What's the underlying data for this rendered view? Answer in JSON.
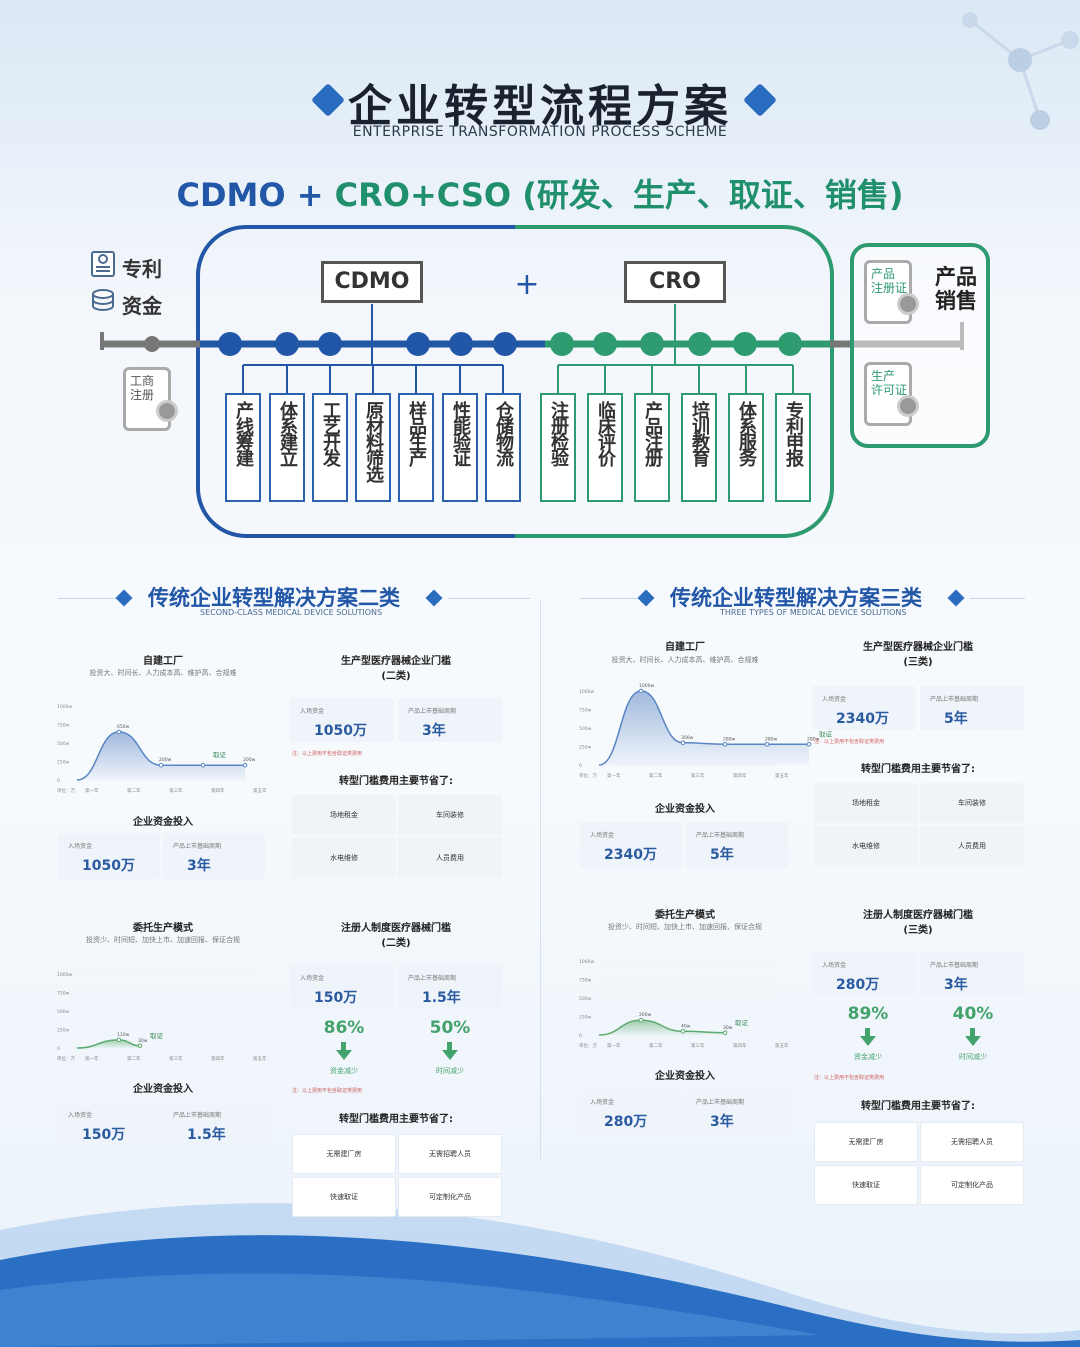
{
  "header": {
    "title": "企业转型流程方案",
    "subtitle_en": "ENTERPRISE TRANSFORMATION PROCESS SCHEME",
    "headline_part1": "CDMO + ",
    "headline_part2": "CRO+CSO (研发、生产、取证、销售)"
  },
  "flow": {
    "left_items": [
      "专利",
      "资金"
    ],
    "business_cert": "工商\n注册",
    "cdmo_label": "CDMO",
    "plus": "+",
    "cro_label": "CRO",
    "cdmo_steps": [
      "产线筹建",
      "体系建立",
      "工艺开发",
      "原材料筛选",
      "样品生产",
      "性能验证",
      "仓储物流"
    ],
    "cro_steps": [
      "注册检验",
      "临床评价",
      "产品注册",
      "培训教育",
      "体系服务",
      "专利申报"
    ],
    "product_cert": "产品\n注册证",
    "production_cert": "生产\n许可证",
    "product_sales": "产品销售",
    "colors": {
      "blue": "#2256a6",
      "green": "#2e9a70",
      "gray": "#777777"
    }
  },
  "left_section": {
    "title": "传统企业转型解决方案二类",
    "title_en": "SECOND-CLASS MEDICAL DEVICE SOLUTIONS",
    "self_factory": {
      "title": "自建工厂",
      "desc": "投资大、时间长、人力成本高、维护高、合规难",
      "chart_data": {
        "type": "area",
        "y_ticks": [
          "1000w",
          "750w",
          "500w",
          "250w",
          "0"
        ],
        "x_ticks": [
          "单位：万",
          "第一年",
          "第二年",
          "第三年",
          "第四年",
          "第五年"
        ],
        "x": [
          0,
          1,
          2,
          3,
          4
        ],
        "values": [
          0,
          650,
          200,
          200,
          200
        ],
        "ylim": [
          0,
          1000
        ],
        "labels": [
          "650w",
          "200w",
          "取证",
          "200w"
        ]
      },
      "invest_title": "企业资金投入",
      "invest_label": "入场资金",
      "invest_value": "1050万",
      "cycle_label": "产品上市基础周期",
      "cycle_value": "3年"
    },
    "threshold": {
      "title": "生产型医疗器械企业门槛\n(二类)",
      "invest_label": "入场资金",
      "invest_value": "1050万",
      "cycle_label": "产品上市基础周期",
      "cycle_value": "3年",
      "note": "注：以上费用不包含取证类费用",
      "save_title": "转型门槛费用主要节省了:",
      "save_items": [
        "场地租金",
        "车间装修",
        "水电维修",
        "人员费用"
      ]
    },
    "entrust": {
      "title": "委托生产模式",
      "desc": "投资少、时间短、加快上市、加速回报、保证合规",
      "chart_data": {
        "type": "area",
        "y_ticks": [
          "1000w",
          "750w",
          "500w",
          "250w",
          "0"
        ],
        "x_ticks": [
          "单位：万",
          "第一年",
          "第二年",
          "第三年",
          "第四年",
          "第五年"
        ],
        "x": [
          0,
          1,
          1.5
        ],
        "values": [
          0,
          110,
          30
        ],
        "ylim": [
          0,
          1000
        ],
        "labels": [
          "110w",
          "取证",
          "30w"
        ]
      },
      "invest_title": "企业资金投入",
      "invest_label": "入场资金",
      "invest_value": "150万",
      "cycle_label": "产品上市基础周期",
      "cycle_value": "1.5年"
    },
    "reg_threshold": {
      "title": "注册人制度医疗器械门槛\n(二类)",
      "invest_label": "入场资金",
      "invest_value": "150万",
      "cycle_label": "产品上市基础周期",
      "cycle_value": "1.5年",
      "pct1": "86%",
      "pct1_label": "资金减少",
      "pct2": "50%",
      "pct2_label": "时间减少",
      "note": "注：以上费用不包含取证类费用",
      "save_title": "转型门槛费用主要节省了:",
      "save_items": [
        "无需建厂房",
        "无需招聘人员",
        "快速取证",
        "可定制化产品"
      ]
    }
  },
  "right_section": {
    "title": "传统企业转型解决方案三类",
    "title_en": "THREE TYPES OF MEDICAL DEVICE SOLUTIONS",
    "self_factory": {
      "title": "自建工厂",
      "desc": "投资大、时间长、人力成本高、维护高、合规难",
      "chart_data": {
        "type": "area",
        "y_ticks": [
          "1000w",
          "750w",
          "500w",
          "250w",
          "0"
        ],
        "x_ticks": [
          "单位：万",
          "第一年",
          "第二年",
          "第三年",
          "第四年",
          "第五年"
        ],
        "x": [
          0,
          1,
          2,
          3,
          4,
          5
        ],
        "values": [
          0,
          1000,
          300,
          280,
          280,
          280
        ],
        "ylim": [
          0,
          1000
        ],
        "labels": [
          "1000w",
          "300w",
          "280w",
          "280w",
          "取证",
          "280w"
        ]
      },
      "invest_title": "企业资金投入",
      "invest_label": "入场资金",
      "invest_value": "2340万",
      "cycle_label": "产品上市基础周期",
      "cycle_value": "5年"
    },
    "threshold": {
      "title": "生产型医疗器械企业门槛\n(三类)",
      "invest_label": "入场资金",
      "invest_value": "2340万",
      "cycle_label": "产品上市基础周期",
      "cycle_value": "5年",
      "note": "注：以上费用不包含取证类费用",
      "save_title": "转型门槛费用主要节省了:",
      "save_items": [
        "场地租金",
        "车间装修",
        "水电维修",
        "人员费用"
      ]
    },
    "entrust": {
      "title": "委托生产模式",
      "desc": "投资少、时间短、加快上市、加速回报、保证合规",
      "chart_data": {
        "type": "area",
        "y_ticks": [
          "1000w",
          "750w",
          "500w",
          "250w",
          "0"
        ],
        "x_ticks": [
          "单位：万",
          "第一年",
          "第二年",
          "第三年",
          "第四年",
          "第五年"
        ],
        "x": [
          0,
          1,
          2,
          3
        ],
        "values": [
          0,
          200,
          50,
          30
        ],
        "ylim": [
          0,
          1000
        ],
        "labels": [
          "200w",
          "40w",
          "取证",
          "30w"
        ]
      },
      "invest_title": "企业资金投入",
      "invest_label": "入场资金",
      "invest_value": "280万",
      "cycle_label": "产品上市基础周期",
      "cycle_value": "3年"
    },
    "reg_threshold": {
      "title": "注册人制度医疗器械门槛\n(三类)",
      "invest_label": "入场资金",
      "invest_value": "280万",
      "cycle_label": "产品上市基础周期",
      "cycle_value": "3年",
      "pct1": "89%",
      "pct1_label": "资金减少",
      "pct2": "40%",
      "pct2_label": "时间减少",
      "note": "注：以上费用不包含取证类费用",
      "save_title": "转型门槛费用主要节省了:",
      "save_items": [
        "无需建厂房",
        "无需招聘人员",
        "快速取证",
        "可定制化产品"
      ]
    }
  }
}
